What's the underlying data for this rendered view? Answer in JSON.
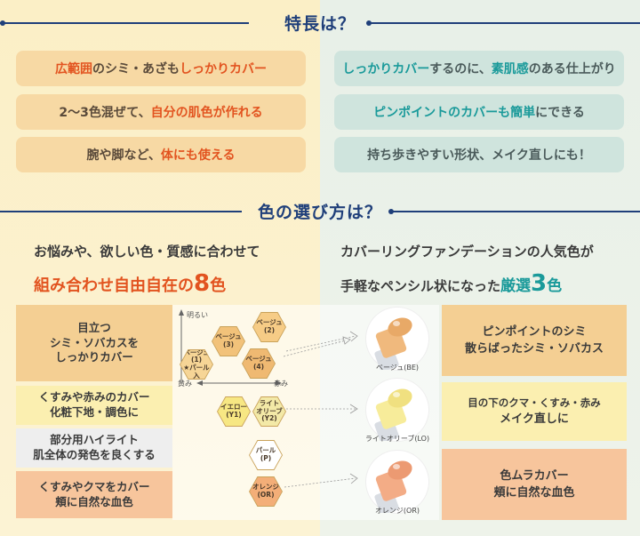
{
  "features": {
    "heading": "特長は？",
    "left": [
      {
        "parts": [
          {
            "t": "広範囲",
            "hl": true
          },
          {
            "t": "のシミ・あざも",
            "hl": false
          },
          {
            "t": "しっかりカバー",
            "hl": true
          }
        ]
      },
      {
        "parts": [
          {
            "t": "2〜3色混ぜて、",
            "hl": false
          },
          {
            "t": "自分の肌色が作れる",
            "hl": true
          }
        ]
      },
      {
        "parts": [
          {
            "t": "腕や脚など、",
            "hl": false
          },
          {
            "t": "体にも使える",
            "hl": true
          }
        ]
      }
    ],
    "right": [
      {
        "parts": [
          {
            "t": "しっかりカバー",
            "hl": true
          },
          {
            "t": "するのに、",
            "hl": false
          },
          {
            "t": "素肌感",
            "hl": true
          },
          {
            "t": "のある仕上がり",
            "hl": false
          }
        ]
      },
      {
        "parts": [
          {
            "t": "ピンポイントのカバーも簡単",
            "hl": true
          },
          {
            "t": "にできる",
            "hl": false
          }
        ]
      },
      {
        "parts": [
          {
            "t": "持ち歩きやすい形状、メイク直しにも！",
            "hl": false
          }
        ]
      }
    ]
  },
  "selection": {
    "heading": "色の選び方は？",
    "left_line1": "お悩みや、欲しい色・質感に合わせて",
    "left_line2_a": "組み合わせ自由自在の",
    "left_line2_num": "8",
    "left_line2_b": "色",
    "right_line1": "カバーリングファンデーションの人気色が",
    "right_line2_a": "手軽なペンシル状になった",
    "right_line2_hl": "厳選",
    "right_line2_num": "3",
    "right_line2_b": "色"
  },
  "rows": [
    {
      "label": [
        "目立つ",
        "シミ・ソバカスを",
        "しっかりカバー"
      ],
      "bg": "#f4cf93"
    },
    {
      "label": [
        "くすみや赤みのカバー",
        "化粧下地・調色に"
      ],
      "bg": "#fbefb0"
    },
    {
      "label": [
        "部分用ハイライト",
        "肌全体の発色を良くする"
      ],
      "bg": "#eeeeee"
    },
    {
      "label": [
        "くすみやクマをカバー",
        "頬に自然な血色"
      ],
      "bg": "#f7c59c"
    }
  ],
  "axis": {
    "top": "明るい",
    "left": "黄み",
    "right": "赤み"
  },
  "hexes": [
    {
      "lines": [
        "ベージュ",
        "(2)"
      ],
      "color": "#f6cc86"
    },
    {
      "lines": [
        "ベージュ",
        "(3)"
      ],
      "color": "#f2c27a"
    },
    {
      "lines": [
        "ベージュ",
        "(1)",
        "★パール入"
      ],
      "color": "#f6d596"
    },
    {
      "lines": [
        "ベージュ",
        "(4)"
      ],
      "color": "#efb972"
    },
    {
      "lines": [
        "イエロー",
        "(Y1)"
      ],
      "color": "#f7e783"
    },
    {
      "lines": [
        "ライト",
        "オリーブ",
        "(Y2)"
      ],
      "color": "#f3e9a7"
    },
    {
      "lines": [
        "パール",
        "(P)"
      ],
      "color": "#ffffff"
    },
    {
      "lines": [
        "オレンジ",
        "(OR)"
      ],
      "color": "#f3ae78"
    }
  ],
  "pencils": [
    {
      "label": "ベージュ(BE)",
      "color": "#f0b97d",
      "tip": "#e8a967"
    },
    {
      "label": "ライトオリーブ(LO)",
      "color": "#f7ec9a",
      "tip": "#f0e080"
    },
    {
      "label": "オレンジ(OR)",
      "color": "#f3ac86",
      "tip": "#ec9a72"
    }
  ],
  "right_boxes": [
    {
      "label": [
        "ピンポイントのシミ",
        "散らばったシミ・ソバカス"
      ],
      "bg": "#f4cf93"
    },
    {
      "label": [
        "目の下のクマ・くすみ・赤み",
        "メイク直しに"
      ],
      "bg": "#fbefb0"
    },
    {
      "label": [
        "色ムラカバー",
        "頬に自然な血色"
      ],
      "bg": "#f7c59c"
    }
  ],
  "colors": {
    "navy": "#1f3f7a",
    "orange": "#e2531f",
    "teal": "#1a9a9a"
  }
}
